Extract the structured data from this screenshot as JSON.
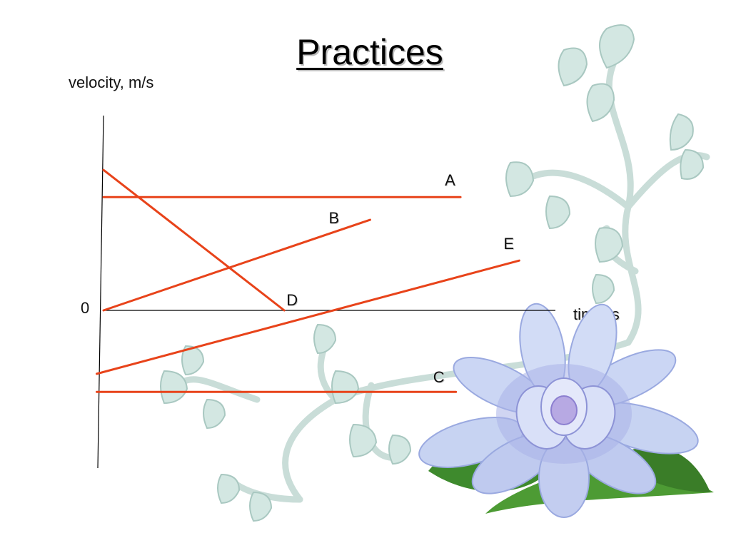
{
  "slide": {
    "title": "Practices"
  },
  "chart_data": {
    "type": "line",
    "title": "Practices",
    "xlabel": "time, s",
    "ylabel": "velocity, m/s",
    "origin_label": "0",
    "line_color": "#e8431a",
    "axis_color": "#000000",
    "xlim": [
      0,
      10
    ],
    "ylim": [
      -3,
      4.3
    ],
    "series": [
      {
        "name": "A",
        "x": [
          0,
          7.9
        ],
        "y": [
          2.5,
          2.5
        ]
      },
      {
        "name": "B",
        "x": [
          0,
          5.9
        ],
        "y": [
          0,
          2.0
        ]
      },
      {
        "name": "C",
        "x": [
          -0.15,
          7.8
        ],
        "y": [
          -1.8,
          -1.8
        ]
      },
      {
        "name": "D",
        "x": [
          0,
          4.0
        ],
        "y": [
          3.1,
          0
        ]
      },
      {
        "name": "E",
        "x": [
          -0.15,
          9.2
        ],
        "y": [
          -1.4,
          1.1
        ]
      }
    ]
  }
}
